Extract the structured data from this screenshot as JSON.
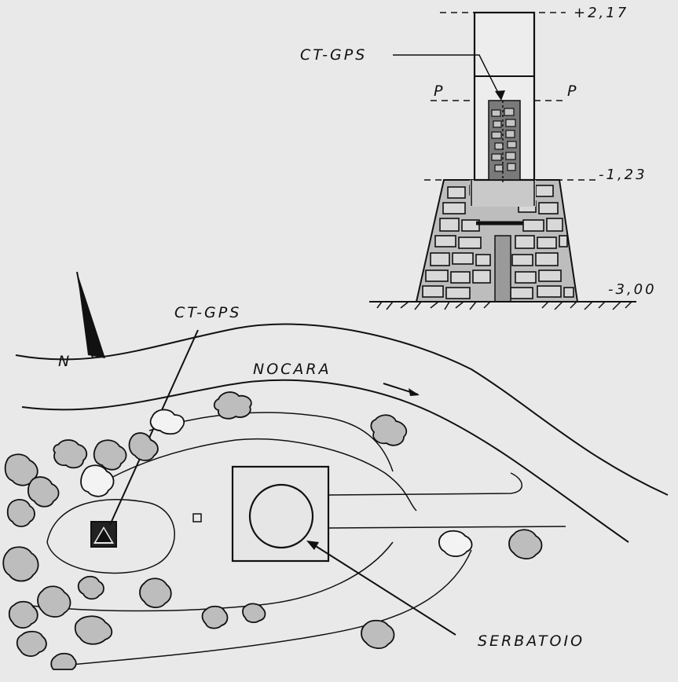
{
  "section": {
    "labels": {
      "elev_top": "+2,17",
      "elev_mid": "-1,23",
      "elev_bottom": "-3,00",
      "gps_label": "CT-GPS",
      "p_left": "P",
      "p_right": "P"
    }
  },
  "plan": {
    "labels": {
      "north": "N",
      "river": "NOCARA",
      "gps_label": "CT-GPS",
      "tank": "SERBATOIO"
    }
  },
  "colors": {
    "background": "#e9e9e9",
    "ink": "#111111",
    "masonry": "#bdbdbd",
    "pillar_fill": "#7a7a7a"
  }
}
